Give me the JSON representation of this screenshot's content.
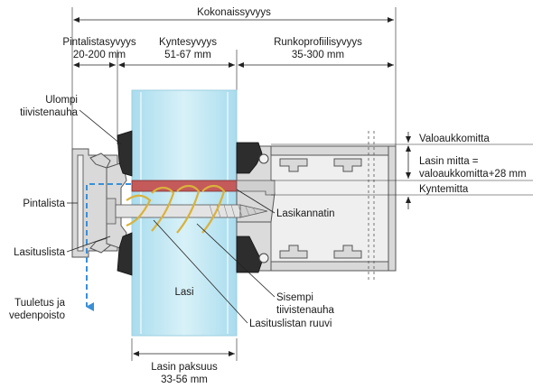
{
  "dimensions": {
    "total_depth": "Kokonaissyvyys",
    "cover_strip_depth": {
      "label": "Pintalistasyvyys",
      "range": "20-200 mm"
    },
    "fixing_depth": {
      "label": "Kyntesyvyys",
      "range": "51-67 mm"
    },
    "frame_profile_depth": {
      "label": "Runkoprofiilisyvyys",
      "range": "35-300 mm"
    },
    "glass_thickness": {
      "label": "Lasin paksuus",
      "range": "33-56 mm"
    }
  },
  "labels": {
    "outer_gasket": [
      "Ulompi",
      "tiivistenauha"
    ],
    "cover_strip": "Pintalista",
    "glazing_strip": "Lasituslista",
    "ventilation": [
      "Tuuletus ja",
      "vedenpoisto"
    ],
    "glass": "Lasi",
    "glass_holder": "Lasikannatin",
    "inner_gasket": [
      "Sisempi",
      "tiivistenauha"
    ],
    "glazing_screw": "Lasituslistan ruuvi",
    "daylight_size": "Valoaukkomitta",
    "glass_size": [
      "Lasin mitta =",
      "valoaukkomitta+28 mm"
    ],
    "bite_size": "Kyntemitta"
  },
  "colors": {
    "glass": "#bfe6f2",
    "profile": "#d9d9d9",
    "gasket": "#2d2d2d",
    "holder": "#c45a5a",
    "screw": "#d9b23a",
    "vent_arrow": "#3a8fd6"
  }
}
